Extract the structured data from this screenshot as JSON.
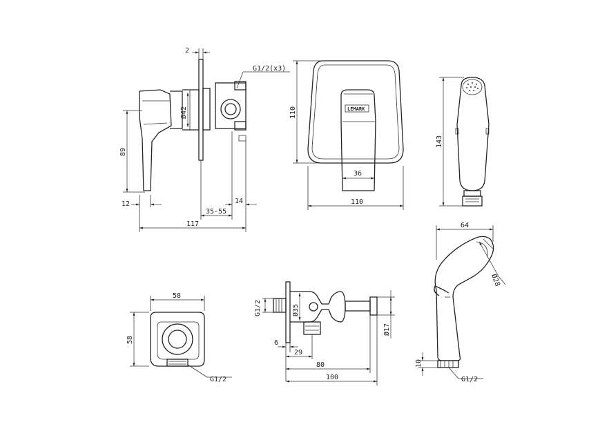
{
  "brand_logo_text": "LEMARK",
  "dimensions": {
    "plate_thickness": "2",
    "thread_spec_triple": "G1/2(x3)",
    "valve_diameter": "Ø42",
    "handle_height": "89",
    "handle_offset": "12",
    "wall_depth_range": "35-55",
    "outlet_offset": "14",
    "total_depth": "117",
    "plate_height": "110",
    "plate_width": "110",
    "handle_width": "36",
    "shower_length": "143",
    "connector_width": "58",
    "connector_height": "58",
    "connector_thread": "G1/2",
    "stop_thread": "G1/2",
    "stop_diameter_large": "Ø35",
    "stop_diameter_small": "Ø17",
    "stop_offset_6": "6",
    "stop_offset_29": "29",
    "stop_length_80": "80",
    "stop_length_100": "100",
    "side_width": "64",
    "head_diameter": "Ø28",
    "thread_length": "10",
    "side_thread": "G1/2"
  }
}
